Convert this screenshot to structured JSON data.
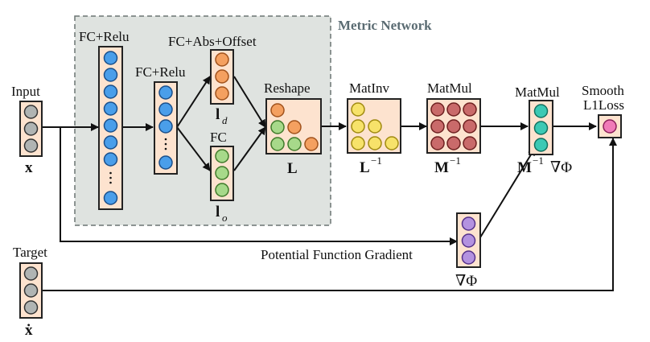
{
  "title": "Metric Network",
  "labels": {
    "input": "Input",
    "x": "x",
    "fc_relu_1": "FC+Relu",
    "fc_relu_2": "FC+Relu",
    "fc_abs": "FC+Abs+Offset",
    "ld": "l",
    "ld_sub": "d",
    "fc": "FC",
    "lo": "l",
    "lo_sub": "o",
    "reshape": "Reshape",
    "L": "L",
    "matinv": "MatInv",
    "Linv": "L",
    "Linv_sup": "−1",
    "matmul1": "MatMul",
    "Minv": "M",
    "Minv_sup": "−1",
    "matmul2": "MatMul",
    "Mgrad": "M",
    "Mgrad_sup": "−1",
    "Mgrad_tail": "∇Φ",
    "smooth": "Smooth",
    "l1loss": "L1Loss",
    "target": "Target",
    "xdot": "ẋ",
    "potential": "Potential Function Gradient",
    "gradphi": "∇Φ"
  },
  "colors": {
    "gray": "#b0b4b3",
    "blue": "#4a9eea",
    "orange": "#f4a060",
    "green": "#a7d98a",
    "yellow": "#f7e26a",
    "red": "#c96a6a",
    "teal": "#3cc9b4",
    "pink": "#f07ab8",
    "purple": "#b392e0",
    "box_fill": "#fde3cf",
    "panel_fill": "#dfe3e0"
  }
}
